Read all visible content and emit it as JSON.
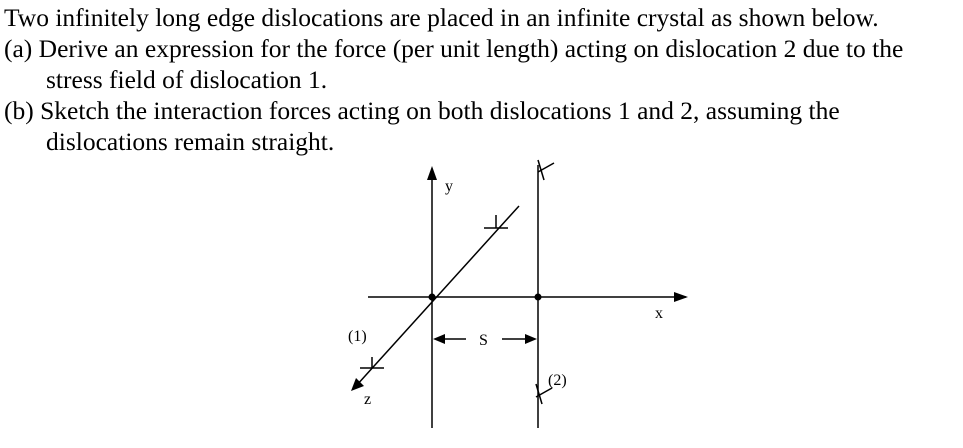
{
  "problem": {
    "intro": "Two infinitely long edge dislocations are placed in an infinite crystal as shown below.",
    "part_a": {
      "line1": "(a) Derive an expression for the force (per unit length) acting on dislocation 2 due to the",
      "line2": "stress field of dislocation 1."
    },
    "part_b": {
      "line1": "(b) Sketch the interaction forces acting on both dislocations 1 and 2, assuming the",
      "line2": "dislocations remain straight."
    }
  },
  "figure": {
    "y_axis_label": "y",
    "x_axis_label": "x",
    "z_axis_label": "z",
    "dislocation_1_label": "(1)",
    "dislocation_2_label": "(2)",
    "separation_label": "S"
  }
}
